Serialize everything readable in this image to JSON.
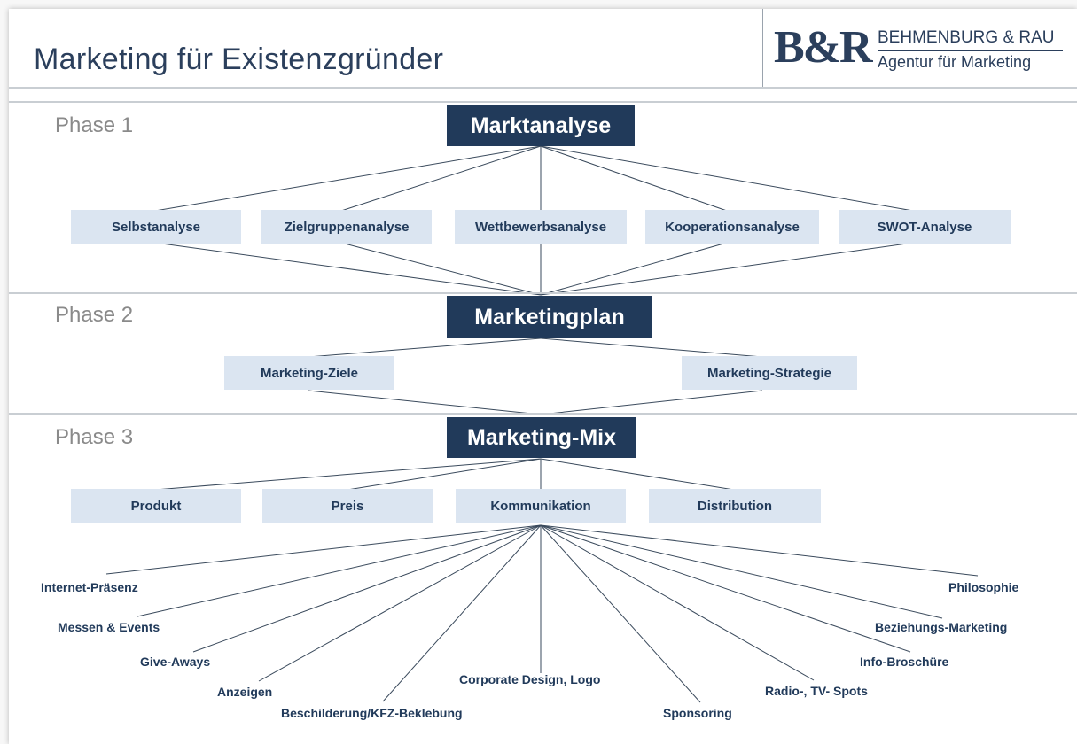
{
  "header": {
    "title": "Marketing für Existenzgründer",
    "logo": {
      "mark": "B&R",
      "name": "BEHMENBURG & RAU",
      "tagline": "Agentur für Marketing"
    }
  },
  "colors": {
    "dark_box": "#213a5a",
    "light_box": "#dbe5f1",
    "title_text": "#2b3f5c",
    "phase_text": "#8a8a8a",
    "connector": "#3a4a5c"
  },
  "phases": [
    {
      "label": "Phase 1",
      "main": "Marktanalyse",
      "items": [
        "Selbstanalyse",
        "Zielgruppenanalyse",
        "Wettbewerbsanalyse",
        "Kooperationsanalyse",
        "SWOT-Analyse"
      ]
    },
    {
      "label": "Phase 2",
      "main": "Marketingplan",
      "items": [
        "Marketing-Ziele",
        "Marketing-Strategie"
      ]
    },
    {
      "label": "Phase 3",
      "main": "Marketing-Mix",
      "items": [
        "Produkt",
        "Preis",
        "Kommunikation",
        "Distribution"
      ]
    }
  ],
  "communication_tools": [
    "Internet-Präsenz",
    "Messen & Events",
    "Give-Aways",
    "Anzeigen",
    "Beschilderung/KFZ-Beklebung",
    "Corporate Design, Logo",
    "Sponsoring",
    "Radio-, TV- Spots",
    "Info-Broschüre",
    "Beziehungs-Marketing",
    "Philosophie"
  ]
}
